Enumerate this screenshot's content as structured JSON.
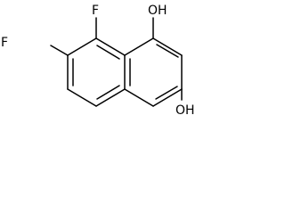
{
  "molecule": {
    "substituents": {
      "f_upper": "F",
      "f_left": "F",
      "oh_upper": "OH",
      "oh_lower": "OH"
    },
    "colors": {
      "bond": "#000000",
      "label": "#000000",
      "background": "#ffffff"
    }
  }
}
